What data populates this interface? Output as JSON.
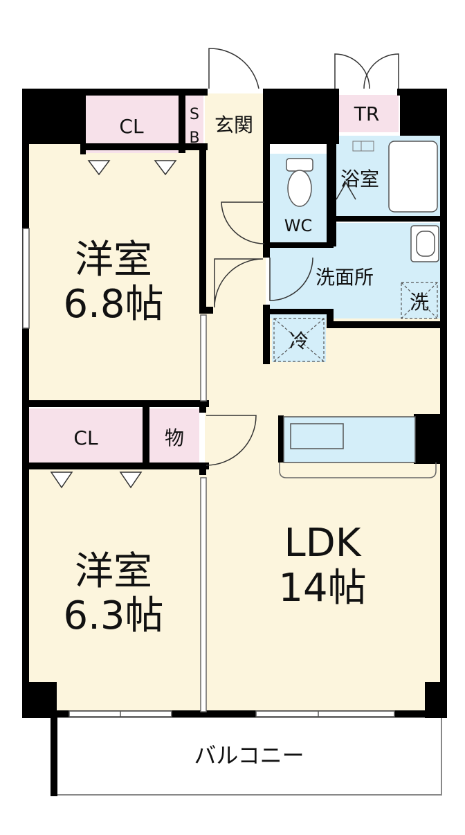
{
  "rooms": {
    "western_room_1": {
      "name": "洋室",
      "size": "6.8帖"
    },
    "western_room_2": {
      "name": "洋室",
      "size": "6.3帖"
    },
    "ldk": {
      "name": "LDK",
      "size": "14帖"
    }
  },
  "labels": {
    "closet_1": "CL",
    "closet_2": "CL",
    "shoe_box_s": "S",
    "shoe_box_b": "B",
    "entrance": "玄関",
    "trunk_room": "TR",
    "bathroom": "浴室",
    "toilet": "WC",
    "washroom": "洗面所",
    "washer": "洗",
    "fridge": "冷",
    "storage": "物",
    "balcony": "バルコニー"
  },
  "colors": {
    "room_floor": "#fcf5dd",
    "closet": "#f7e1ea",
    "wet_area": "#d4eef9",
    "wall": "#000000"
  }
}
